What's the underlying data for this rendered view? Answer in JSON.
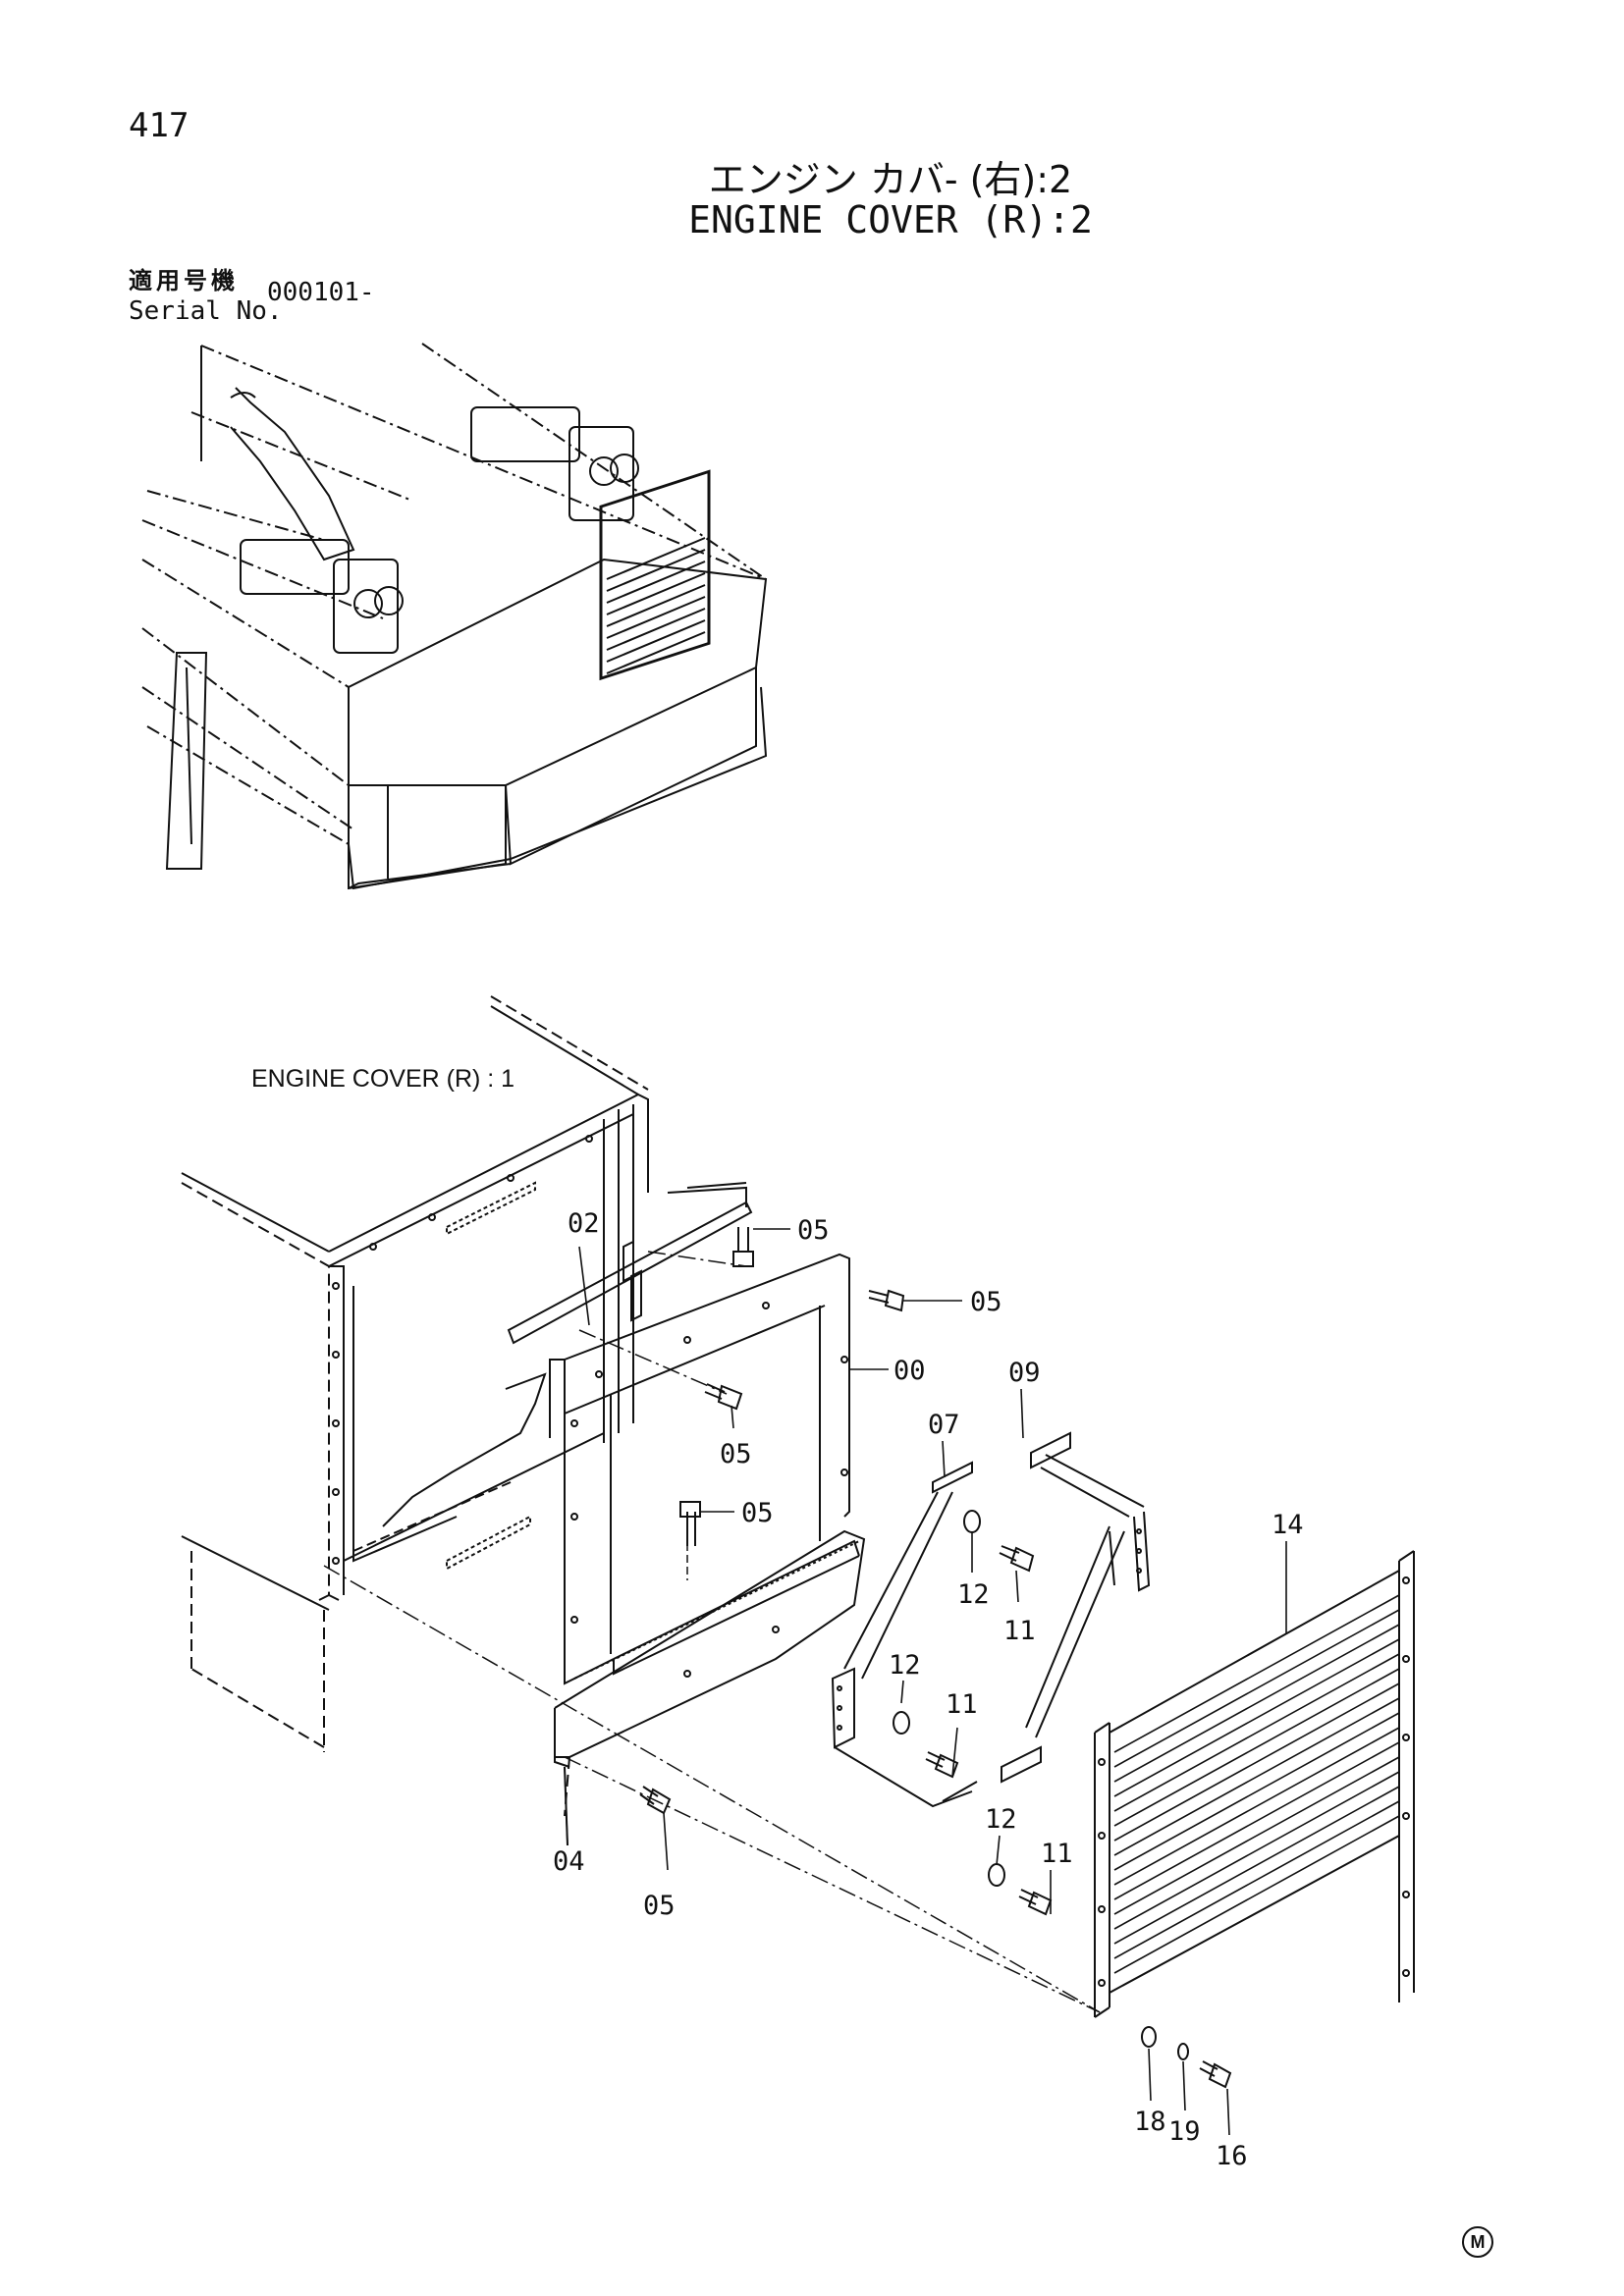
{
  "page_number": "417",
  "title_ja": "エンジン カバ- (右):2",
  "title_en": "ENGINE COVER (R):2",
  "serial_label_ja": "適用号機",
  "serial_label_en": "Serial No.",
  "serial_value": "000101-",
  "reference_label": "ENGINE COVER (R) : 1",
  "corner_mark": "M",
  "part_labels": {
    "p00": "00",
    "p02": "02",
    "p04": "04",
    "p05a": "05",
    "p05b": "05",
    "p05c": "05",
    "p05d": "05",
    "p05e": "05",
    "p07": "07",
    "p09": "09",
    "p11a": "11",
    "p11b": "11",
    "p11c": "11",
    "p12a": "12",
    "p12b": "12",
    "p12c": "12",
    "p14": "14",
    "p16": "16",
    "p18": "18",
    "p19": "19"
  }
}
